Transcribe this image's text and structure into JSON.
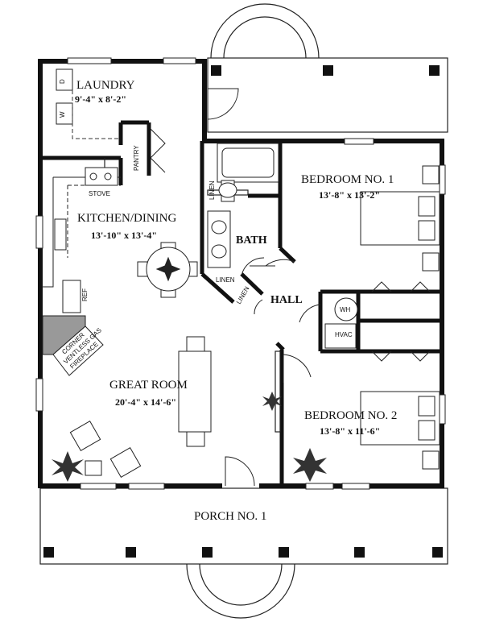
{
  "rooms": {
    "laundry": {
      "name": "LAUNDRY",
      "dims": "9'-4\" x 8'-2\""
    },
    "kitchen": {
      "name": "KITCHEN/DINING",
      "dims": "13'-10\" x 13'-4\""
    },
    "bedroom1": {
      "name": "BEDROOM NO. 1",
      "dims": "13'-8\" x 13'-2\""
    },
    "bath": {
      "name": "BATH"
    },
    "hall": {
      "name": "HALL"
    },
    "great_room": {
      "name": "GREAT ROOM",
      "dims": "20'-4\" x 14'-6\""
    },
    "bedroom2": {
      "name": "BEDROOM NO. 2",
      "dims": "13'-8\" x 11'-6\""
    },
    "porch": {
      "name": "PORCH NO. 1"
    }
  },
  "fixtures": {
    "pantry": "PANTRY",
    "stove": "STOVE",
    "ref": "REF",
    "linen_bath": "LINEN",
    "linen_hall_1": "LINEN",
    "linen_hall_2": "LINEN",
    "water_heater": "WH",
    "hvac": "HVAC",
    "washer": "W",
    "dryer": "D",
    "fireplace": [
      "CORNER",
      "VENTLESS GAS",
      "FIREPLACE"
    ]
  }
}
